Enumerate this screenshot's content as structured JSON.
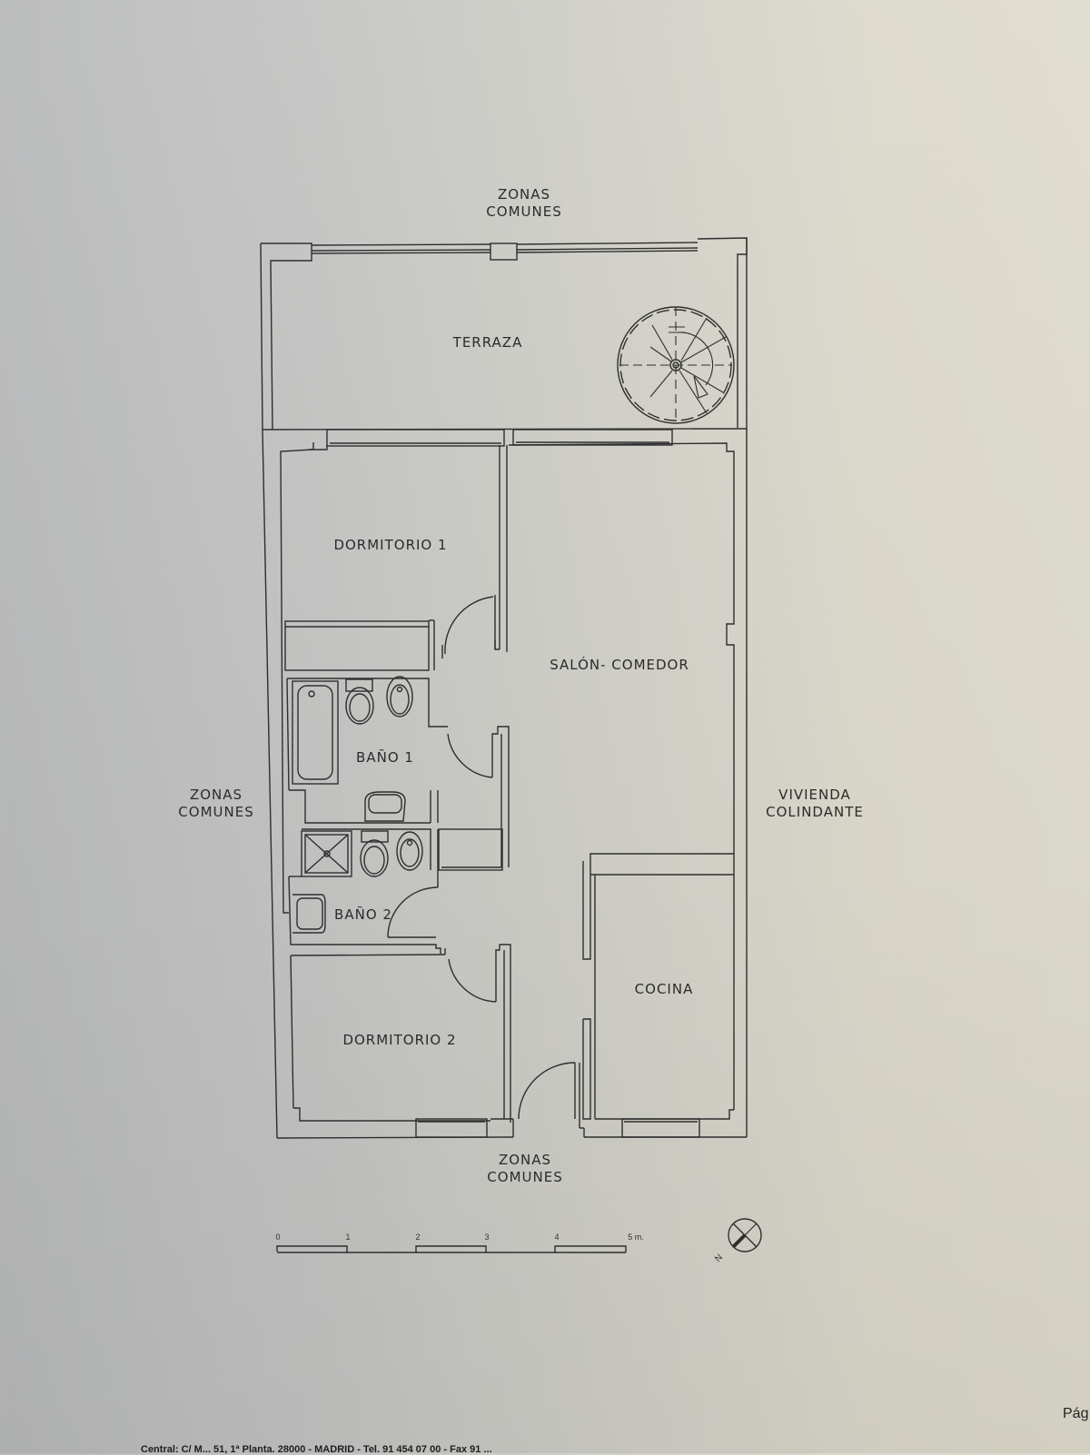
{
  "document": {
    "type": "floor-plan",
    "background_colors": {
      "left": "#b9babb",
      "right": "#dfdccd",
      "line": "#2e2e2e"
    }
  },
  "surroundings": {
    "top": [
      "ZONAS",
      "COMUNES"
    ],
    "left": [
      "ZONAS",
      "COMUNES"
    ],
    "right": [
      "VIVIENDA",
      "COLINDANTE"
    ],
    "bottom": [
      "ZONAS",
      "COMUNES"
    ]
  },
  "rooms": {
    "terraza": "TERRAZA",
    "dormitorio1": "DORMITORIO 1",
    "salon_comedor": "SALÓN- COMEDOR",
    "bano1": "BAÑO 1",
    "bano2": "BAÑO 2",
    "cocina": "COCINA",
    "dormitorio2": "DORMITORIO 2"
  },
  "scale_bar": {
    "ticks": [
      "0",
      "1",
      "2",
      "3",
      "4",
      "5 m."
    ]
  },
  "north_arrow": {
    "label": "N"
  },
  "footer": {
    "address": "Central: C/ M... 51, 1ª Planta. 28000 - MADRID - Tel. 91 454 07 00 - Fax 91 ...",
    "page_label": "Pág"
  }
}
